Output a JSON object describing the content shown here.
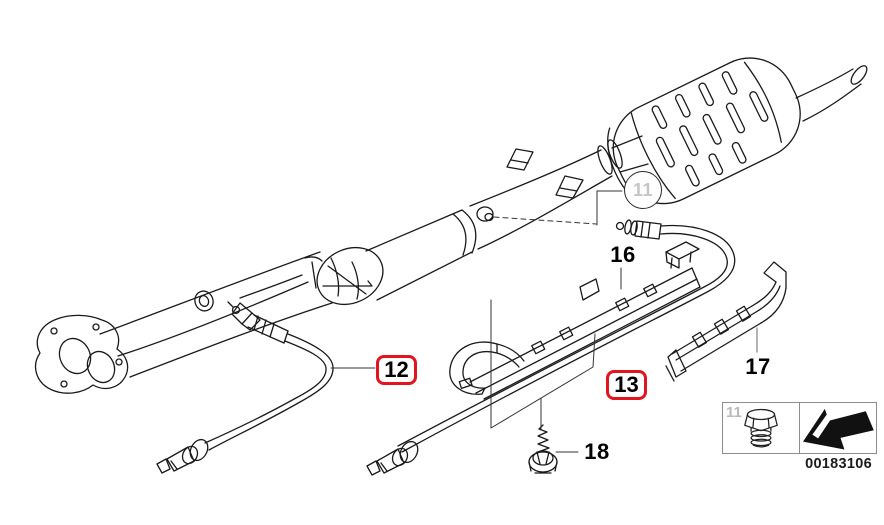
{
  "diagram": {
    "callouts": {
      "c11": "11",
      "c12": "12",
      "c13": "13",
      "c16": "16",
      "c17": "17",
      "c18": "18"
    },
    "inset": {
      "label": "11",
      "icons": {
        "plug": "drain-plug-icon",
        "arrow": "direction-arrow-icon"
      }
    },
    "part_number": "00183106",
    "colors": {
      "highlight": "#e2141e",
      "muted_label": "#c5c5c5",
      "line": "#1a1a1a",
      "background": "#ffffff"
    }
  }
}
